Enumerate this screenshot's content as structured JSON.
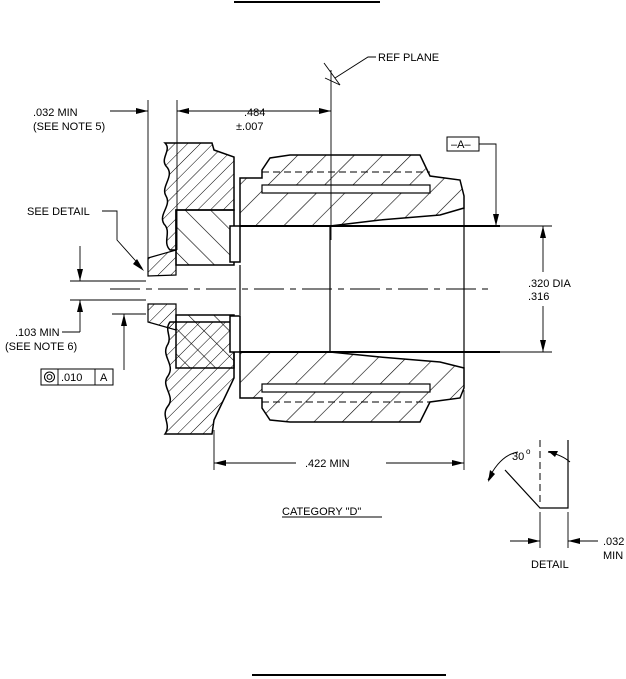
{
  "labels": {
    "ref_plane": "REF PLANE",
    "min_032": ".032 MIN",
    "see_note_5": "(SEE NOTE 5)",
    "dim_484": ".484",
    "tol_007": "±.007",
    "datum_a": "–A–",
    "see_detail": "SEE DETAIL",
    "dia_320": ".320 DIA",
    "dia_316": ".316",
    "min_103": ".103 MIN",
    "see_note_6": "(SEE NOTE 6)",
    "fcf_symbol": "◎",
    "fcf_tol": ".010",
    "fcf_datum": "A",
    "min_422": ".422 MIN",
    "category": "CATEGORY  \"D\"",
    "angle_30": "30",
    "degree": "o",
    "detail": "DETAIL",
    "detail_032": ".032",
    "detail_min": "MIN"
  }
}
